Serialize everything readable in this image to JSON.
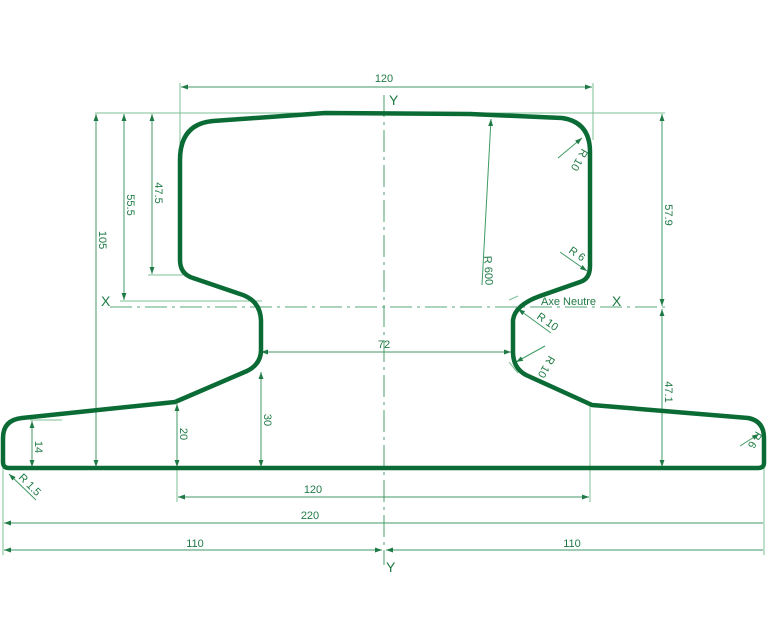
{
  "colors": {
    "profile": "#0b6b35",
    "dimension": "#3f9a64"
  },
  "labels": {
    "head_width": "120",
    "total_height": "105",
    "h_55_5": "55.5",
    "h_47_5": "47.5",
    "h_57_9": "57.9",
    "h_47_1": "47.1",
    "web_width": "72",
    "h_30": "30",
    "h_20": "20",
    "h_14": "14",
    "base_120": "120",
    "base_220": "220",
    "half_left": "110",
    "half_right": "110",
    "axis_x_left": "X",
    "axis_x_right": "X",
    "axis_y_top": "Y",
    "axis_y_bottom": "Y",
    "neutral_axis": "Axe Neutre",
    "r600": "R 600",
    "r10_head": "R 10",
    "r6_head": "R 6",
    "r10_web_top": "R 10",
    "r10_web_bottom": "R 10",
    "r6_foot": "R 6",
    "r1_5_foot": "R 1.5"
  }
}
